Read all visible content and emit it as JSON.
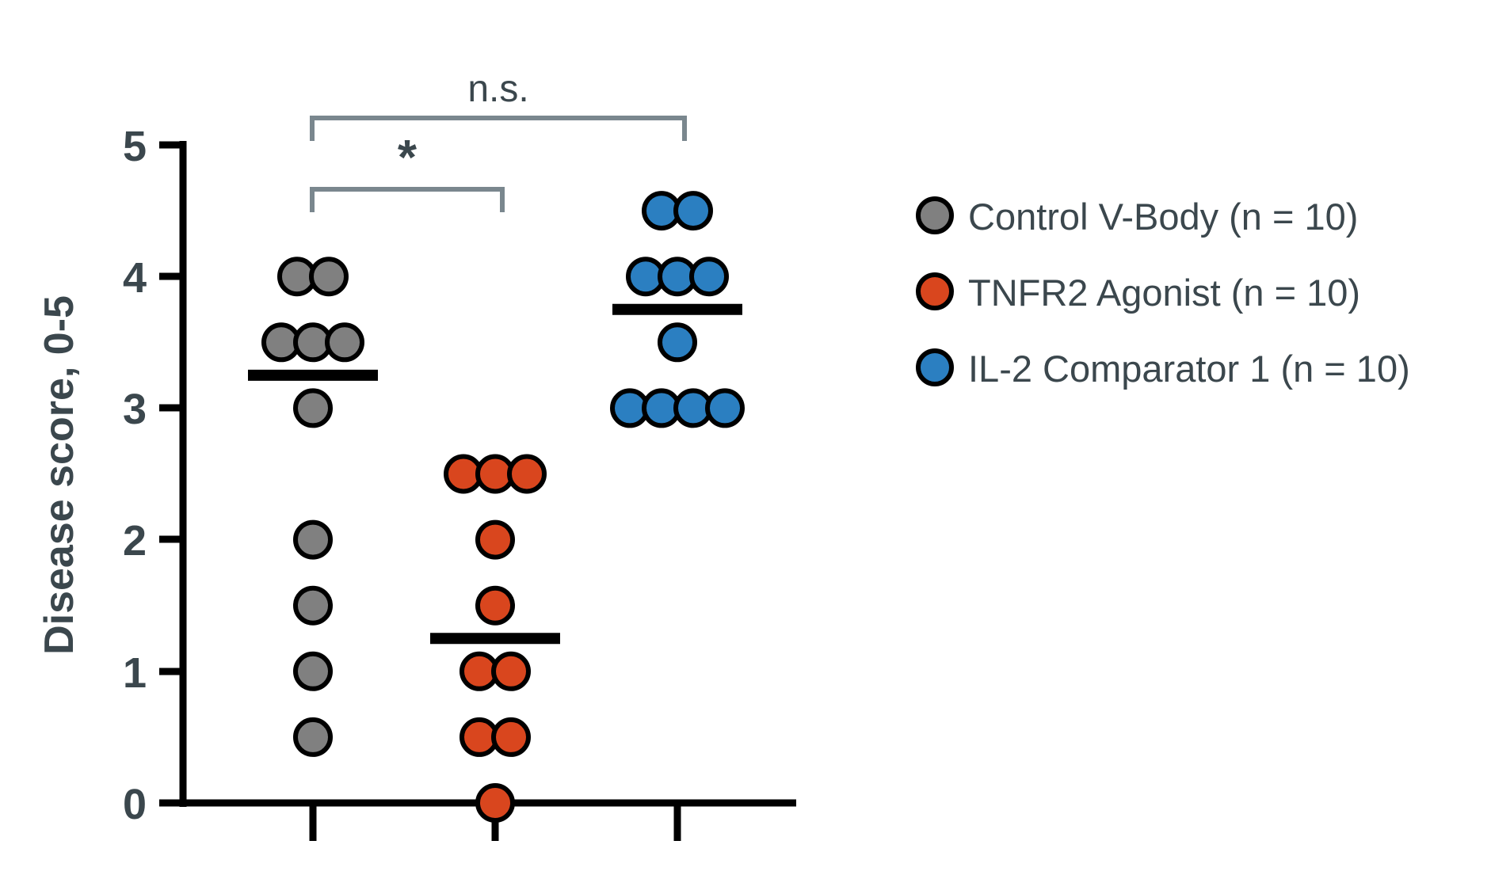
{
  "figure": {
    "background_color": "#ffffff",
    "axis_color": "#000000",
    "text_color": "#3b474d"
  },
  "chart_data": {
    "type": "scatter",
    "title": "",
    "subtitle": "",
    "xlabel": "",
    "ylabel": "Disease score, 0-5",
    "ylim": [
      0,
      5
    ],
    "yticks": [
      0,
      1,
      2,
      3,
      4,
      5
    ],
    "ytick_labels": [
      "0",
      "1",
      "2",
      "3",
      "4",
      "5"
    ],
    "grid": false,
    "legend_position": "right",
    "categories": [
      "Control V-Body",
      "TNFR2 Agonist",
      "IL-2 Comparator 1"
    ],
    "series": [
      {
        "name": "Control V-Body (n = 10)",
        "short_name": "Control V-Body",
        "n": 10,
        "color": "#808080",
        "edge_color": "#000000",
        "mean": 3.25,
        "values": [
          4.0,
          4.0,
          3.5,
          3.5,
          3.5,
          3.0,
          2.0,
          1.5,
          1.0,
          0.5
        ],
        "points": [
          {
            "value": 4.0,
            "offset": -0.5
          },
          {
            "value": 4.0,
            "offset": 0.5
          },
          {
            "value": 3.5,
            "offset": -1.0
          },
          {
            "value": 3.5,
            "offset": 0.0
          },
          {
            "value": 3.5,
            "offset": 1.0
          },
          {
            "value": 3.0,
            "offset": 0.0
          },
          {
            "value": 2.0,
            "offset": 0.0
          },
          {
            "value": 1.5,
            "offset": 0.0
          },
          {
            "value": 1.0,
            "offset": 0.0
          },
          {
            "value": 0.5,
            "offset": 0.0
          }
        ]
      },
      {
        "name": "TNFR2 Agonist (n = 10)",
        "short_name": "TNFR2 Agonist",
        "n": 10,
        "color": "#d9461e",
        "edge_color": "#000000",
        "mean": 1.25,
        "values": [
          2.5,
          2.5,
          2.5,
          2.0,
          1.5,
          1.0,
          1.0,
          0.5,
          0.5,
          0.0
        ],
        "points": [
          {
            "value": 2.5,
            "offset": -1.0
          },
          {
            "value": 2.5,
            "offset": 0.0
          },
          {
            "value": 2.5,
            "offset": 1.0
          },
          {
            "value": 2.0,
            "offset": 0.0
          },
          {
            "value": 1.5,
            "offset": 0.0
          },
          {
            "value": 1.0,
            "offset": -0.5
          },
          {
            "value": 1.0,
            "offset": 0.5
          },
          {
            "value": 0.5,
            "offset": -0.5
          },
          {
            "value": 0.5,
            "offset": 0.5
          },
          {
            "value": 0.0,
            "offset": 0.0
          }
        ]
      },
      {
        "name": "IL-2 Comparator 1 (n = 10)",
        "short_name": "IL-2 Comparator 1",
        "n": 10,
        "color": "#2b7fc1",
        "edge_color": "#000000",
        "mean": 3.75,
        "values": [
          4.5,
          4.5,
          4.0,
          4.0,
          4.0,
          3.5,
          3.0,
          3.0,
          3.0,
          3.0
        ],
        "points": [
          {
            "value": 4.5,
            "offset": -0.5
          },
          {
            "value": 4.5,
            "offset": 0.5
          },
          {
            "value": 4.0,
            "offset": -1.0
          },
          {
            "value": 4.0,
            "offset": 0.0
          },
          {
            "value": 4.0,
            "offset": 1.0
          },
          {
            "value": 3.5,
            "offset": 0.0
          },
          {
            "value": 3.0,
            "offset": -1.5
          },
          {
            "value": 3.0,
            "offset": -0.5
          },
          {
            "value": 3.0,
            "offset": 0.5
          },
          {
            "value": 3.0,
            "offset": 1.5
          }
        ]
      }
    ],
    "annotations": [
      {
        "label": "n.s.",
        "from_group": "Control V-Body",
        "to_group": "IL-2 Comparator 1",
        "bracket_y": 5.8,
        "comparison": "Control V-Body vs IL-2 Comparator 1"
      },
      {
        "label": "*",
        "from_group": "Control V-Body",
        "to_group": "TNFR2 Agonist",
        "bracket_y": 5.25,
        "comparison": "Control V-Body vs TNFR2 Agonist"
      }
    ]
  },
  "yaxis": {
    "title": "Disease score, 0-5",
    "ticks": [
      {
        "label": "5"
      },
      {
        "label": "4"
      },
      {
        "label": "3"
      },
      {
        "label": "2"
      },
      {
        "label": "1"
      },
      {
        "label": "0"
      }
    ]
  },
  "legend": {
    "items": [
      {
        "label": "Control V-Body (n = 10)",
        "color": "#808080",
        "marker": "circle-marker"
      },
      {
        "label": "TNFR2 Agonist (n = 10)",
        "color": "#d9461e",
        "marker": "circle-marker"
      },
      {
        "label": "IL-2 Comparator 1 (n = 10)",
        "color": "#2b7fc1",
        "marker": "circle-marker"
      }
    ]
  },
  "annotations": {
    "ns_label": "n.s.",
    "star_label": "*"
  }
}
